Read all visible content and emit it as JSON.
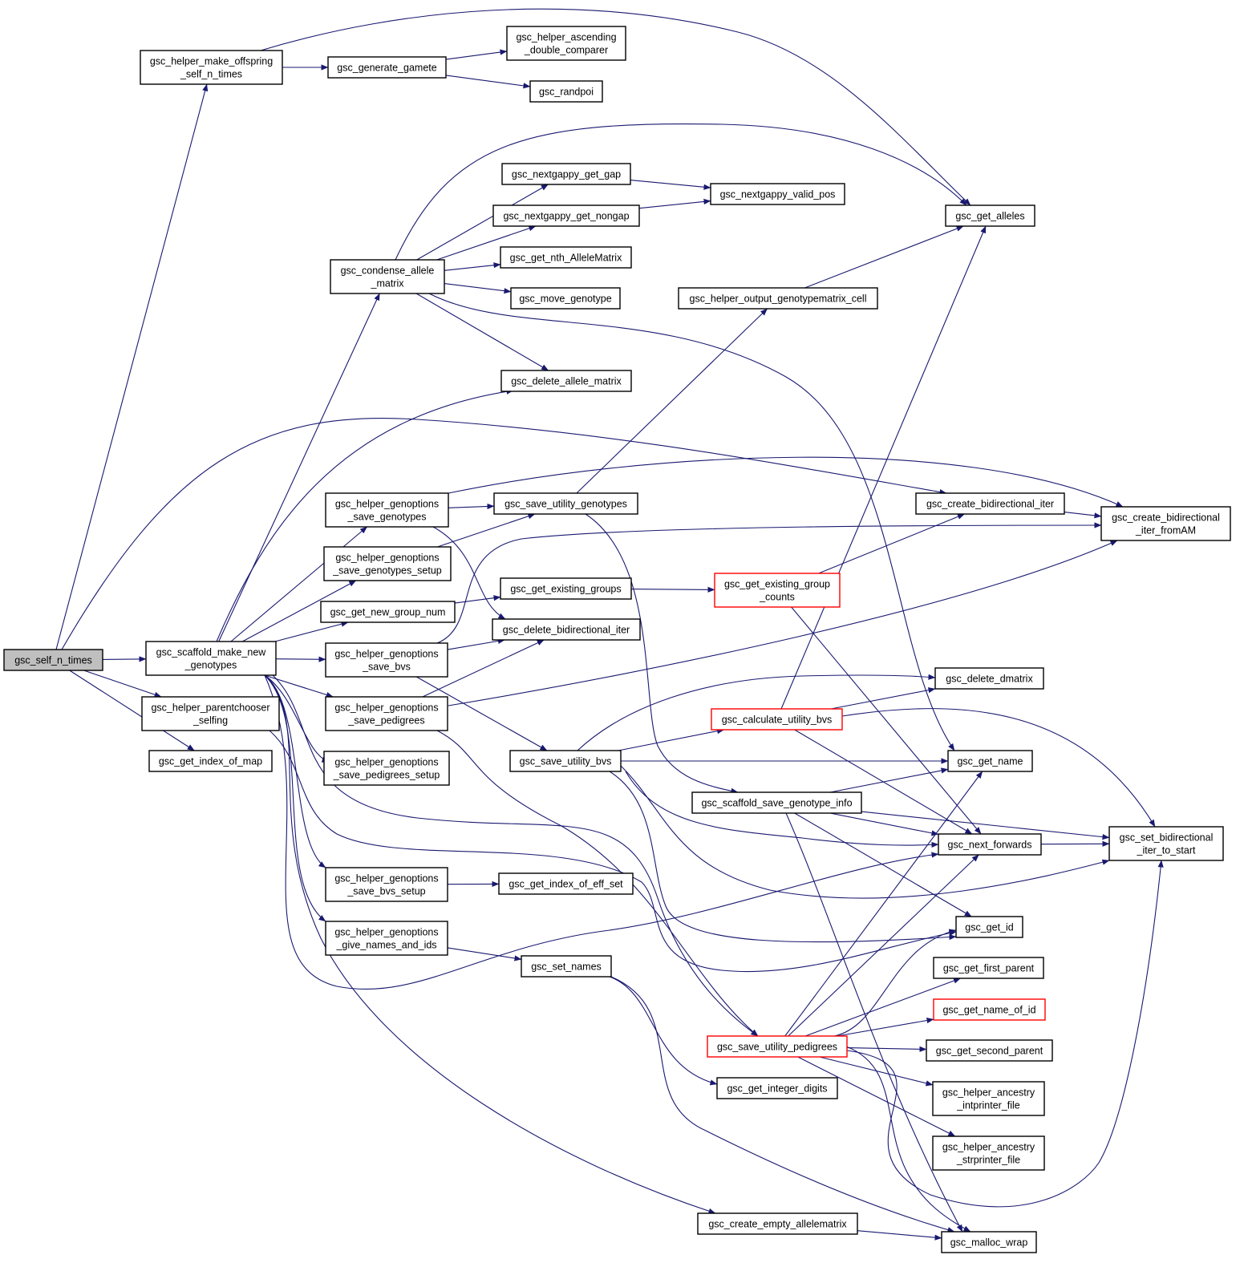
{
  "graph": {
    "root": "n0",
    "nodes": [
      {
        "id": "n0",
        "lines": [
          "gsc_self_n_times"
        ],
        "root": true
      },
      {
        "id": "n1",
        "lines": [
          "gsc_helper_make_offspring",
          "_self_n_times"
        ]
      },
      {
        "id": "n2",
        "lines": [
          "gsc_generate_gamete"
        ]
      },
      {
        "id": "n3",
        "lines": [
          "gsc_helper_ascending",
          "_double_comparer"
        ]
      },
      {
        "id": "n4",
        "lines": [
          "gsc_randpoi"
        ]
      },
      {
        "id": "n5",
        "lines": [
          "gsc_get_alleles"
        ]
      },
      {
        "id": "n6",
        "lines": [
          "gsc_scaffold_make_new",
          "_genotypes"
        ]
      },
      {
        "id": "n7",
        "lines": [
          "gsc_condense_allele",
          "_matrix"
        ]
      },
      {
        "id": "n8",
        "lines": [
          "gsc_nextgappy_get_gap"
        ]
      },
      {
        "id": "n9",
        "lines": [
          "gsc_nextgappy_get_nongap"
        ]
      },
      {
        "id": "n10",
        "lines": [
          "gsc_nextgappy_valid_pos"
        ]
      },
      {
        "id": "n11",
        "lines": [
          "gsc_get_nth_AlleleMatrix"
        ]
      },
      {
        "id": "n12",
        "lines": [
          "gsc_move_genotype"
        ]
      },
      {
        "id": "n13",
        "lines": [
          "gsc_delete_allele_matrix"
        ]
      },
      {
        "id": "n14",
        "lines": [
          "gsc_get_name"
        ]
      },
      {
        "id": "n15",
        "lines": [
          "gsc_create_empty_allelematrix"
        ]
      },
      {
        "id": "n16",
        "lines": [
          "gsc_malloc_wrap"
        ]
      },
      {
        "id": "n17",
        "lines": [
          "gsc_helper_genoptions",
          "_save_genotypes"
        ]
      },
      {
        "id": "n18",
        "lines": [
          "gsc_save_utility_genotypes"
        ]
      },
      {
        "id": "n19",
        "lines": [
          "gsc_helper_output_genotypematrix_cell"
        ]
      },
      {
        "id": "n20",
        "lines": [
          "gsc_create_bidirectional_iter"
        ]
      },
      {
        "id": "n21",
        "lines": [
          "gsc_create_bidirectional",
          "_iter_fromAM"
        ]
      },
      {
        "id": "n22",
        "lines": [
          "gsc_delete_bidirectional_iter"
        ]
      },
      {
        "id": "n23",
        "lines": [
          "gsc_helper_genoptions",
          "_save_genotypes_setup"
        ]
      },
      {
        "id": "n24",
        "lines": [
          "gsc_get_new_group_num"
        ]
      },
      {
        "id": "n25",
        "lines": [
          "gsc_get_existing_groups"
        ]
      },
      {
        "id": "n26",
        "lines": [
          "gsc_get_existing_group",
          "_counts"
        ],
        "red": true
      },
      {
        "id": "n27",
        "lines": [
          "gsc_next_forwards"
        ]
      },
      {
        "id": "n28",
        "lines": [
          "gsc_helper_genoptions",
          "_save_bvs"
        ]
      },
      {
        "id": "n29",
        "lines": [
          "gsc_save_utility_bvs"
        ]
      },
      {
        "id": "n30",
        "lines": [
          "gsc_calculate_utility_bvs"
        ],
        "red": true
      },
      {
        "id": "n31",
        "lines": [
          "gsc_delete_dmatrix"
        ]
      },
      {
        "id": "n32",
        "lines": [
          "gsc_set_bidirectional",
          "_iter_to_start"
        ]
      },
      {
        "id": "n33",
        "lines": [
          "gsc_get_id"
        ]
      },
      {
        "id": "n34",
        "lines": [
          "gsc_helper_genoptions",
          "_save_pedigrees"
        ]
      },
      {
        "id": "n35",
        "lines": [
          "gsc_save_utility_pedigrees"
        ],
        "red": true
      },
      {
        "id": "n36",
        "lines": [
          "gsc_get_first_parent"
        ]
      },
      {
        "id": "n37",
        "lines": [
          "gsc_get_name_of_id"
        ],
        "red": true
      },
      {
        "id": "n38",
        "lines": [
          "gsc_get_second_parent"
        ]
      },
      {
        "id": "n39",
        "lines": [
          "gsc_helper_ancestry",
          "_intprinter_file"
        ]
      },
      {
        "id": "n40",
        "lines": [
          "gsc_helper_ancestry",
          "_strprinter_file"
        ]
      },
      {
        "id": "n41",
        "lines": [
          "gsc_helper_genoptions",
          "_save_pedigrees_setup"
        ]
      },
      {
        "id": "n42",
        "lines": [
          "gsc_helper_genoptions",
          "_save_bvs_setup"
        ]
      },
      {
        "id": "n43",
        "lines": [
          "gsc_get_index_of_eff_set"
        ]
      },
      {
        "id": "n44",
        "lines": [
          "gsc_helper_genoptions",
          "_give_names_and_ids"
        ]
      },
      {
        "id": "n45",
        "lines": [
          "gsc_set_names"
        ]
      },
      {
        "id": "n46",
        "lines": [
          "gsc_get_integer_digits"
        ]
      },
      {
        "id": "n47",
        "lines": [
          "gsc_scaffold_save_genotype_info"
        ]
      },
      {
        "id": "n48",
        "lines": [
          "gsc_helper_parentchooser",
          "_selfing"
        ]
      },
      {
        "id": "n49",
        "lines": [
          "gsc_get_index_of_map"
        ]
      }
    ],
    "edges": [
      [
        "n0",
        "n1"
      ],
      [
        "n0",
        "n6"
      ],
      [
        "n0",
        "n48"
      ],
      [
        "n0",
        "n49"
      ],
      [
        "n0",
        "n20"
      ],
      [
        "n1",
        "n2"
      ],
      [
        "n1",
        "n5"
      ],
      [
        "n2",
        "n3"
      ],
      [
        "n2",
        "n4"
      ],
      [
        "n6",
        "n7"
      ],
      [
        "n6",
        "n13"
      ],
      [
        "n6",
        "n17"
      ],
      [
        "n6",
        "n23"
      ],
      [
        "n6",
        "n24"
      ],
      [
        "n6",
        "n28"
      ],
      [
        "n6",
        "n34"
      ],
      [
        "n6",
        "n41"
      ],
      [
        "n6",
        "n42"
      ],
      [
        "n6",
        "n44"
      ],
      [
        "n6",
        "n15"
      ],
      [
        "n6",
        "n27"
      ],
      [
        "n6",
        "n35"
      ],
      [
        "n7",
        "n5"
      ],
      [
        "n7",
        "n8"
      ],
      [
        "n7",
        "n9"
      ],
      [
        "n7",
        "n11"
      ],
      [
        "n7",
        "n12"
      ],
      [
        "n7",
        "n13"
      ],
      [
        "n7",
        "n14"
      ],
      [
        "n8",
        "n10"
      ],
      [
        "n9",
        "n10"
      ],
      [
        "n17",
        "n18"
      ],
      [
        "n17",
        "n21"
      ],
      [
        "n17",
        "n22"
      ],
      [
        "n18",
        "n19"
      ],
      [
        "n18",
        "n47"
      ],
      [
        "n19",
        "n5"
      ],
      [
        "n20",
        "n21"
      ],
      [
        "n23",
        "n18"
      ],
      [
        "n24",
        "n25"
      ],
      [
        "n25",
        "n26"
      ],
      [
        "n26",
        "n20"
      ],
      [
        "n26",
        "n27"
      ],
      [
        "n28",
        "n29"
      ],
      [
        "n28",
        "n21"
      ],
      [
        "n28",
        "n22"
      ],
      [
        "n29",
        "n30"
      ],
      [
        "n29",
        "n31"
      ],
      [
        "n29",
        "n14"
      ],
      [
        "n29",
        "n27"
      ],
      [
        "n29",
        "n32"
      ],
      [
        "n29",
        "n33"
      ],
      [
        "n30",
        "n5"
      ],
      [
        "n30",
        "n31"
      ],
      [
        "n30",
        "n27"
      ],
      [
        "n30",
        "n32"
      ],
      [
        "n27",
        "n32"
      ],
      [
        "n34",
        "n21"
      ],
      [
        "n34",
        "n22"
      ],
      [
        "n34",
        "n35"
      ],
      [
        "n35",
        "n14"
      ],
      [
        "n35",
        "n27"
      ],
      [
        "n35",
        "n33"
      ],
      [
        "n35",
        "n36"
      ],
      [
        "n35",
        "n37"
      ],
      [
        "n35",
        "n38"
      ],
      [
        "n35",
        "n39"
      ],
      [
        "n35",
        "n40"
      ],
      [
        "n35",
        "n32"
      ],
      [
        "n35",
        "n16"
      ],
      [
        "n42",
        "n43"
      ],
      [
        "n44",
        "n45"
      ],
      [
        "n45",
        "n46"
      ],
      [
        "n45",
        "n16"
      ],
      [
        "n47",
        "n14"
      ],
      [
        "n47",
        "n27"
      ],
      [
        "n47",
        "n33"
      ],
      [
        "n47",
        "n32"
      ],
      [
        "n47",
        "n16"
      ],
      [
        "n15",
        "n16"
      ],
      [
        "n48",
        "n33"
      ]
    ]
  }
}
